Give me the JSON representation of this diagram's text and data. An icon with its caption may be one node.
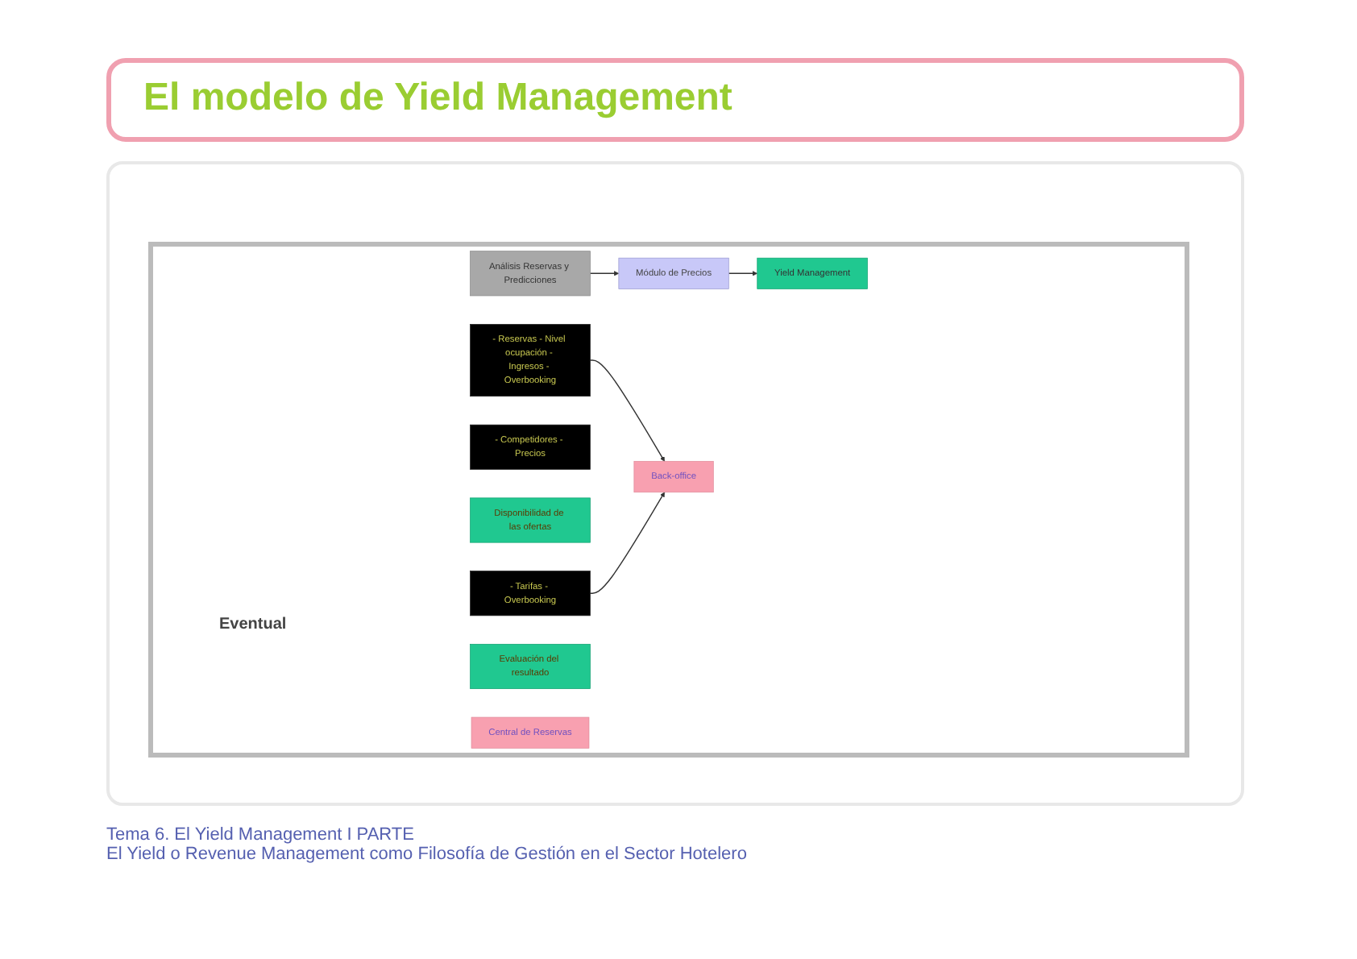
{
  "diagram": {
    "title": "El modelo de Yield Management",
    "nodes": [
      {
        "text": [
          "Análisis Reservas y Predicciones"
        ]
      },
      {
        "text": [
          "- Reservas - Nivel ocupación - Ingresos - Overbooking"
        ]
      },
      {
        "text": [
          "Módulo de Precios"
        ]
      },
      {
        "text": [
          "- Competidores - Precios"
        ]
      },
      {
        "text": [
          "Yield Management"
        ]
      },
      {
        "text": [
          "Disponibilidad de las ofertas"
        ]
      },
      {
        "text": [
          "- Tarifas - Overbooking"
        ]
      },
      {
        "text": [
          "Evaluación del resultado"
        ]
      },
      {
        "text": [
          "Back-office"
        ]
      },
      {
        "text": [
          "Central de Reservas"
        ]
      }
    ],
    "edges": [
      {
        "from": 0,
        "to": 2,
        "arrow": "to"
      },
      {
        "from": 2,
        "to": 4,
        "arrow": "to"
      },
      {
        "from": 1,
        "to": 8,
        "arrow": "to"
      },
      {
        "from": 6,
        "to": 8,
        "arrow": "to"
      }
    ],
    "labels": [
      "Eventual",
      "Tema 6. El Yield Management I PARTE",
      "El Yield o Revenue Management como Filosofía de Gestión en el Sector Hotelero"
    ]
  }
}
